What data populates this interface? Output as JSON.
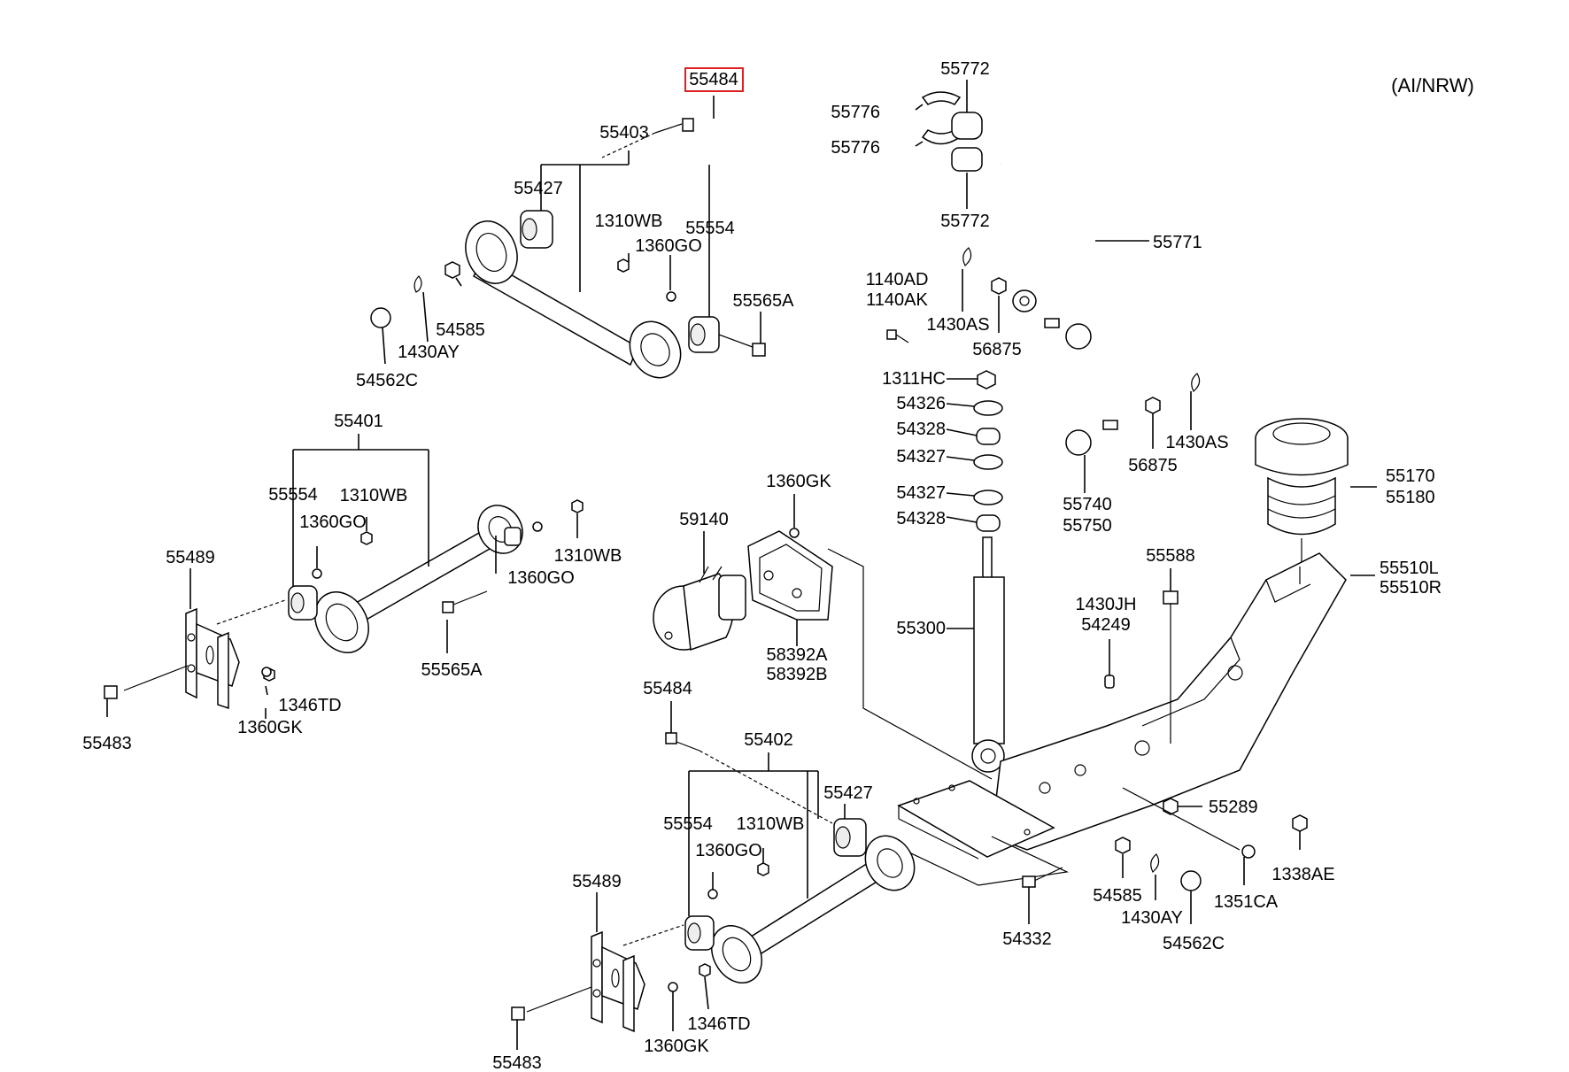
{
  "variant_note": "(AI/NRW)",
  "highlighted_part": "55484",
  "labels": {
    "p55484_top": "55484",
    "p55403": "55403",
    "p55427_top": "55427",
    "p1310WB_top": "1310WB",
    "p55554_top": "55554",
    "p1360GO_top": "1360GO",
    "p55565A_top": "55565A",
    "p54585_top": "54585",
    "p1430AY_top": "1430AY",
    "p54562C_top": "54562C",
    "p55772_a": "55772",
    "p55776_a": "55776",
    "p55776_b": "55776",
    "p55772_b": "55772",
    "p55771": "55771",
    "p1140AD": "1140AD",
    "p1140AK": "1140AK",
    "p1430AS_a": "1430AS",
    "p56875_a": "56875",
    "p1311HC": "1311HC",
    "p54326": "54326",
    "p54328_a": "54328",
    "p54327_a": "54327",
    "p54327_b": "54327",
    "p54328_b": "54328",
    "p56875_b": "56875",
    "p1430AS_b": "1430AS",
    "p55740": "55740",
    "p55750": "55750",
    "p55170": "55170",
    "p55180": "55180",
    "p55401": "55401",
    "p55554_mid": "55554",
    "p1310WB_mid": "1310WB",
    "p1360GO_mid": "1360GO",
    "p1310WB_mid2": "1310WB",
    "p1360GO_mid2": "1360GO",
    "p55489_mid": "55489",
    "p55565A_mid": "55565A",
    "p1346TD_mid": "1346TD",
    "p1360GK_mid": "1360GK",
    "p55483_mid": "55483",
    "p1360GK_bracket": "1360GK",
    "p59140": "59140",
    "p58392A": "58392A",
    "p58392B": "58392B",
    "p55588": "55588",
    "p55510L": "55510L",
    "p55510R": "55510R",
    "p1430JH": "1430JH",
    "p54249": "54249",
    "p55300": "55300",
    "p55484_bot": "55484",
    "p55402": "55402",
    "p55427_bot": "55427",
    "p55554_bot": "55554",
    "p1310WB_bot": "1310WB",
    "p1360GO_bot": "1360GO",
    "p55489_bot": "55489",
    "p1346TD_bot": "1346TD",
    "p1360GK_bot": "1360GK",
    "p55483_bot": "55483",
    "p55289": "55289",
    "p1338AE": "1338AE",
    "p54585_bot": "54585",
    "p1430AY_bot": "1430AY",
    "p1351CA": "1351CA",
    "p54562C_bot": "54562C",
    "p54332": "54332"
  }
}
